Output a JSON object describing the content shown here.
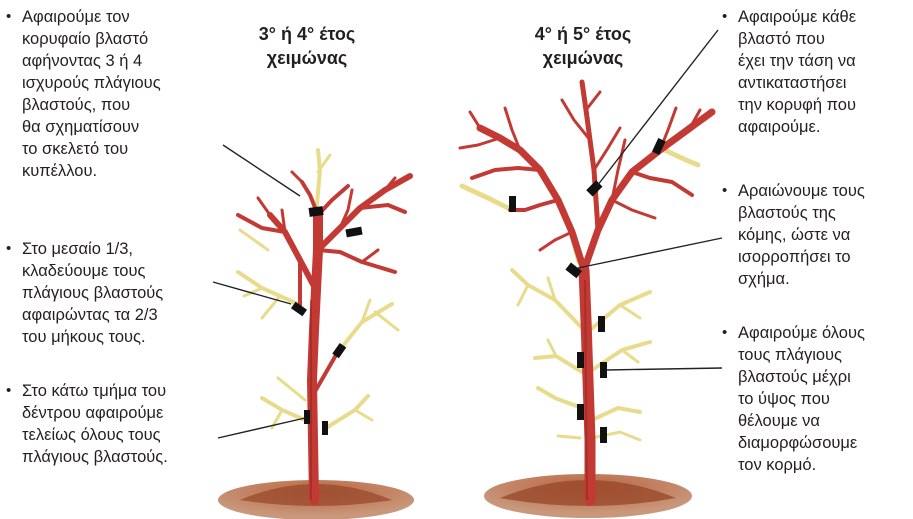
{
  "titles": {
    "left": [
      "3° ή 4° έτος",
      "χειμώνας"
    ],
    "right": [
      "4° ή 5° έτος",
      "χειμώνας"
    ]
  },
  "notes": {
    "left_1": [
      "Αφαιρούμε τον",
      "κορυφαίο βλαστό",
      "αφήνοντας 3 ή 4",
      "ισχυρούς πλάγιους",
      "βλαστούς, που",
      "θα σχηματίσουν",
      "το σκελετό του",
      "κυπέλλου."
    ],
    "left_2": [
      "Στο μεσαίο 1/3,",
      "κλαδεύουμε τους",
      "πλάγιους βλαστούς",
      "αφαιρώντας τα 2/3",
      "του μήκους τους."
    ],
    "left_3": [
      "Στο κάτω τμήμα του",
      "δέντρου αφαιρούμε",
      "τελείως όλους τους",
      "πλάγιους βλαστούς."
    ],
    "right_1": [
      "Αφαιρούμε κάθε",
      "βλαστό που",
      "έχει την τάση να",
      "αντικαταστήσει",
      "την κορυφή που",
      "αφαιρούμε."
    ],
    "right_2": [
      "Αραιώνουμε τους",
      "βλαστούς της",
      "κόμης, ώστε να",
      "ισορροπήσει το",
      "σχήμα."
    ],
    "right_3": [
      "Αφαιρούμε όλους",
      "τους πλάγιους",
      "βλαστούς μέχρι",
      "το ύψος που",
      "θέλουμε να",
      "διαμορφώσουμε",
      "τον κορμό."
    ]
  },
  "colors": {
    "kept_wood": "#c23a33",
    "kept_wood_dark": "#8e2320",
    "removed_wood": "#e8dc8c",
    "cut_mark": "#111111",
    "soil": "#9a4a2c",
    "soil_light": "#c98a68",
    "leader_line": "#222222"
  }
}
